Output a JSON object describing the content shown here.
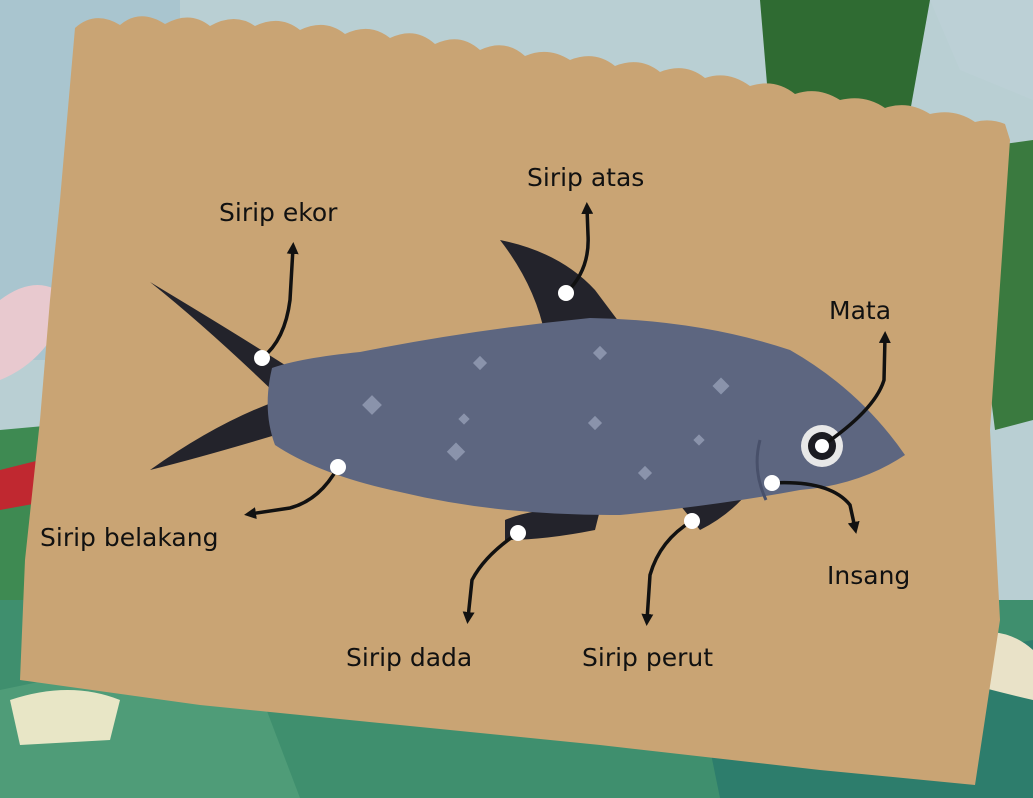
{
  "colors": {
    "sky": "#b9cfd3",
    "paper": "#c9a474",
    "fish_body": "#5d6680",
    "fish_fin": "#23232b",
    "label_dot": "#ffffff",
    "arrow": "#111111"
  },
  "labels": {
    "tail_fin": "Sirip ekor",
    "dorsal_fin": "Sirip atas",
    "eye": "Mata",
    "anal_fin": "Sirip belakang",
    "gill": "Insang",
    "pectoral_fin": "Sirip dada",
    "pelvic_fin": "Sirip perut"
  }
}
